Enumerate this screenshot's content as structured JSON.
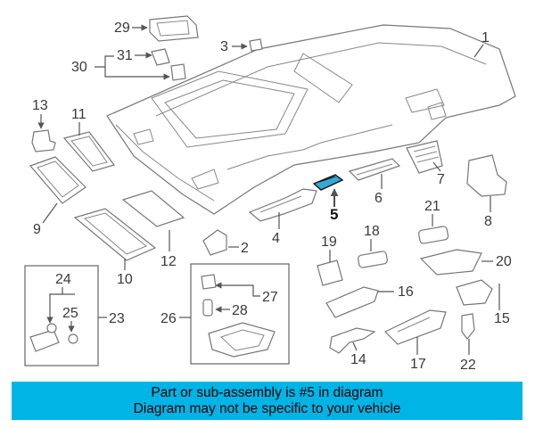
{
  "diagram": {
    "highlight_color": "#35a8d6",
    "callouts": [
      "1",
      "2",
      "3",
      "4",
      "5",
      "6",
      "7",
      "8",
      "9",
      "10",
      "11",
      "12",
      "13",
      "14",
      "15",
      "16",
      "17",
      "18",
      "19",
      "20",
      "21",
      "22",
      "23",
      "24",
      "25",
      "26",
      "27",
      "28",
      "29",
      "30",
      "31"
    ]
  },
  "banner": {
    "line1": "Part or sub-assembly is #5 in diagram",
    "line2": "Diagram may not be specific to your vehicle",
    "color": "#00b4e6"
  }
}
